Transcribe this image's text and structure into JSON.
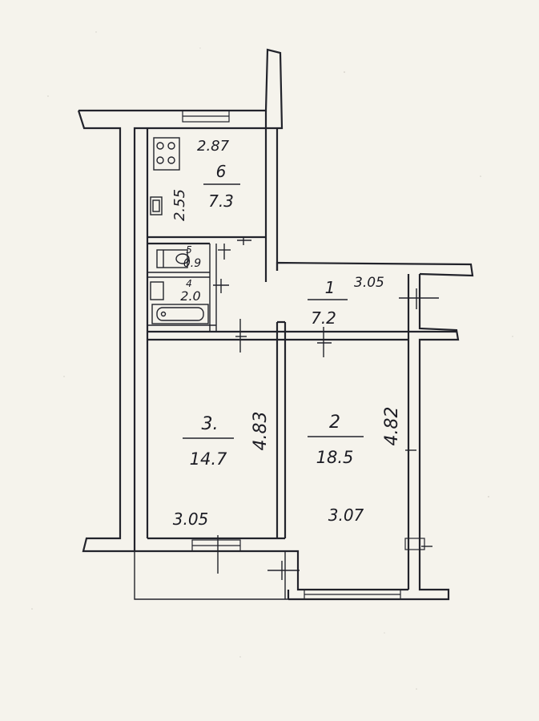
{
  "rooms": [
    {
      "id": "r6",
      "number": "6",
      "area": "7.3",
      "width": "2.87",
      "depth": "2.55"
    },
    {
      "id": "r5",
      "number": "5",
      "area": "0.9"
    },
    {
      "id": "r4",
      "number": "4",
      "area": "2.0"
    },
    {
      "id": "r1",
      "number": "1",
      "area": "7.2",
      "width": "3.05"
    },
    {
      "id": "r3",
      "number": "3.",
      "area": "14.7",
      "width": "3.05",
      "depth": "4.83"
    },
    {
      "id": "r2",
      "number": "2",
      "area": "18.5",
      "width": "3.07",
      "depth": "4.82"
    }
  ],
  "colors": {
    "paper": "#f5f3ec",
    "ink": "#22232b",
    "pencil": "#1c1c24"
  }
}
